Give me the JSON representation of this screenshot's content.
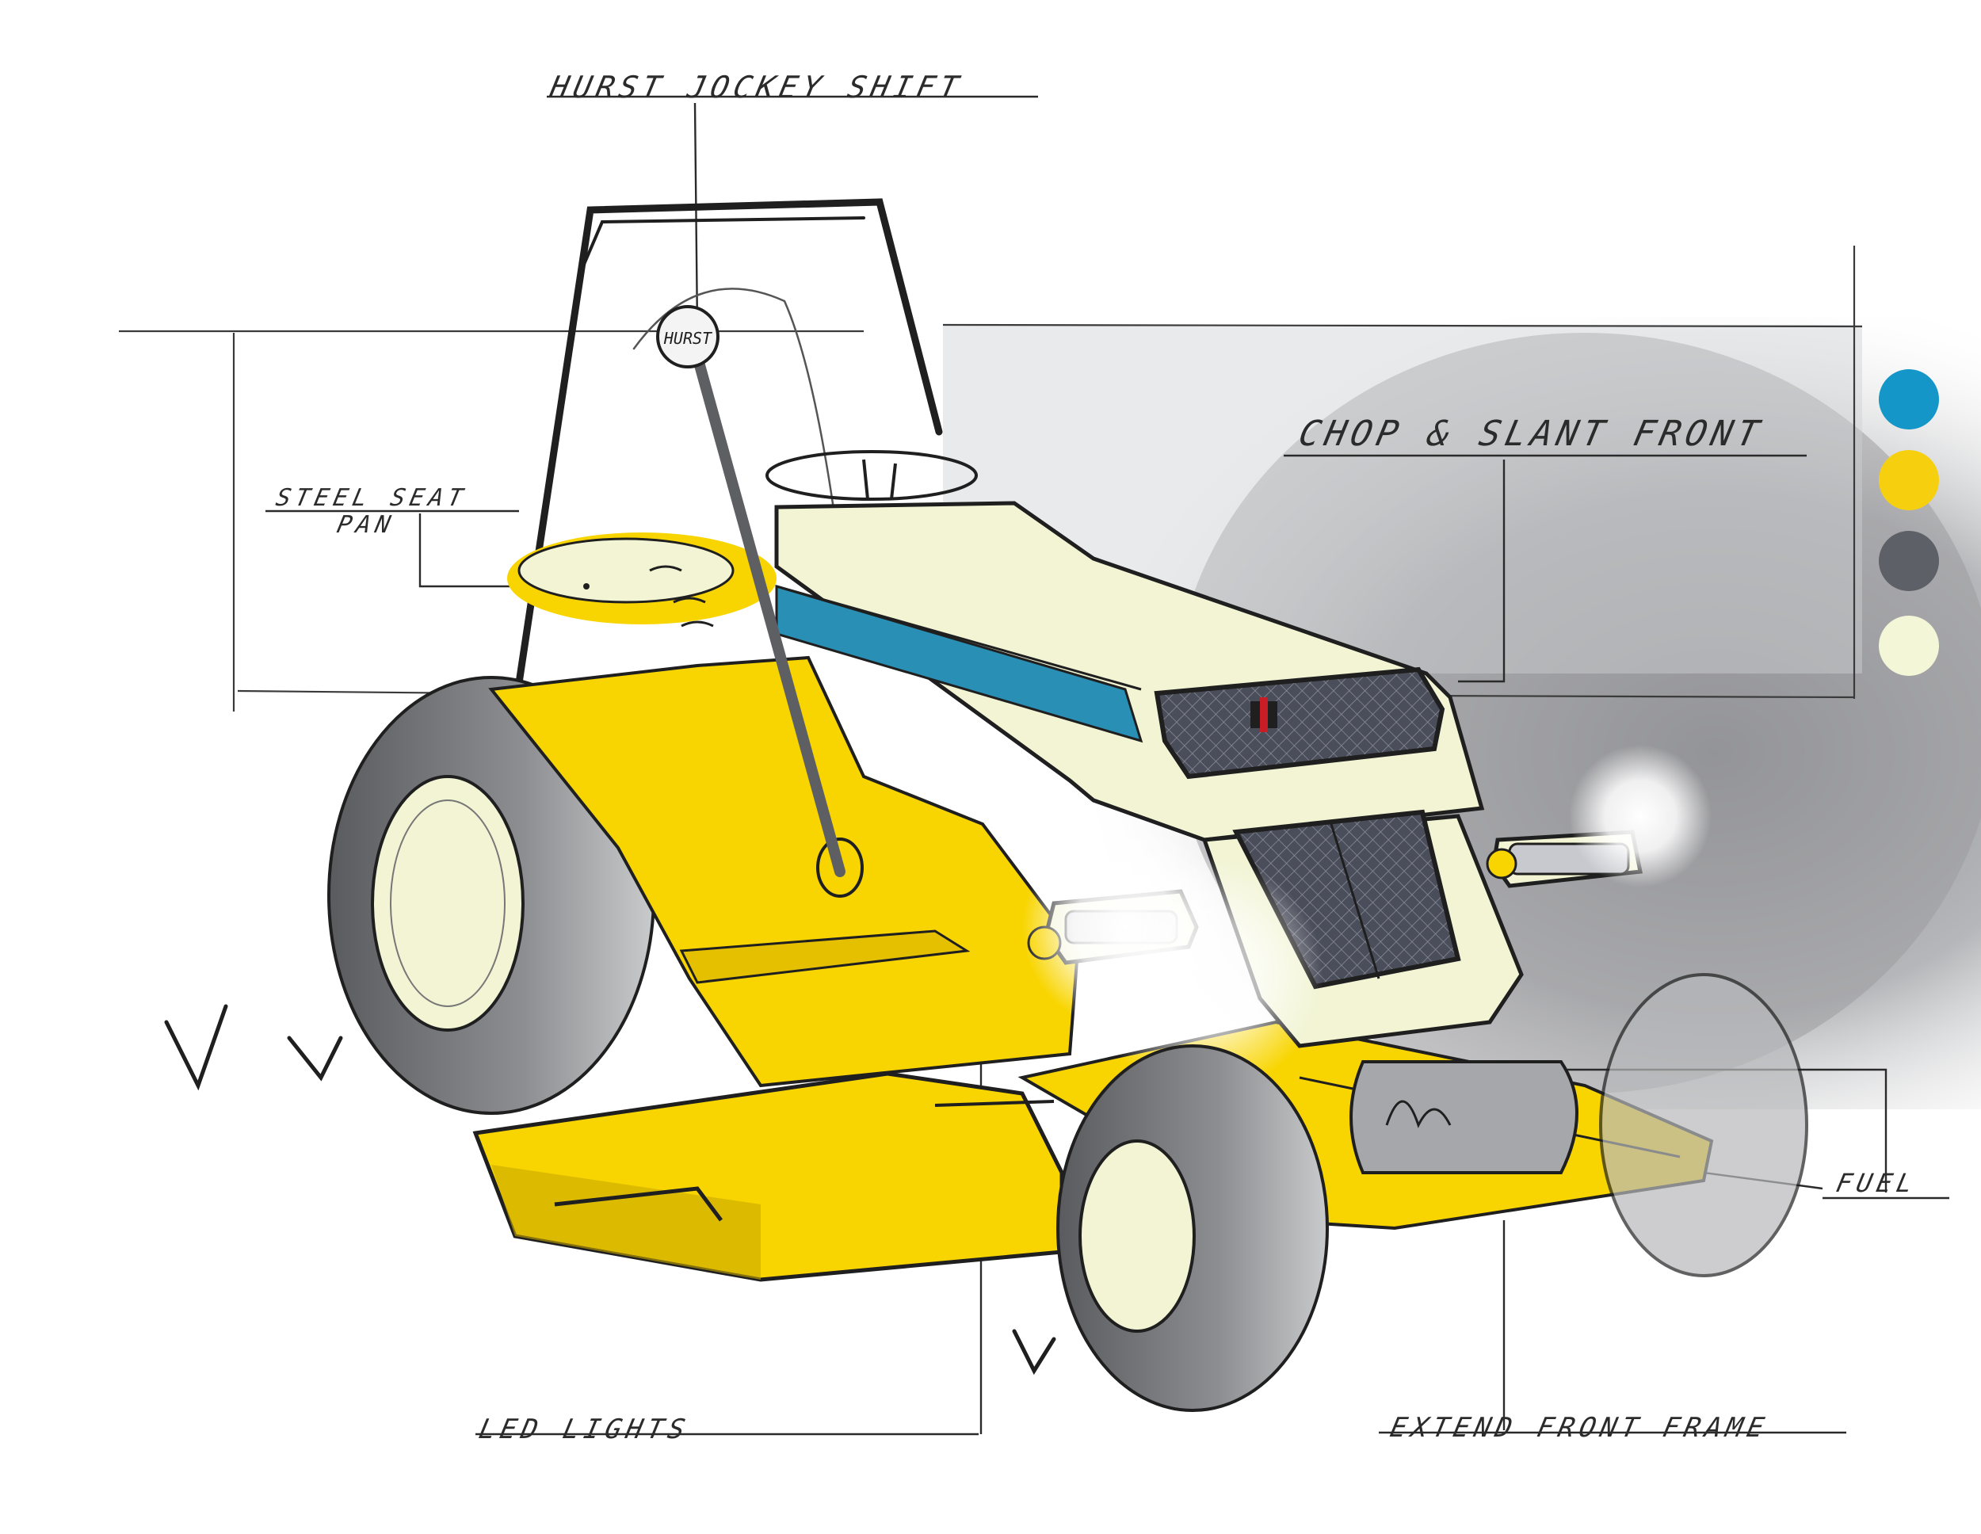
{
  "callouts": {
    "hurst_jockey_shift": "HURST JOCKEY SHIFT",
    "steel_seat_pan_line1": "STEEL SEAT",
    "steel_seat_pan_line2": "PAN",
    "chop_slant_front": "CHOP & SLANT FRONT",
    "fuel": "FUEL",
    "led_lights": "LED LIGHTS",
    "extend_front_frame": "EXTEND FRONT FRAME"
  },
  "shifter_knob_text": "HURST",
  "palette": [
    "#1596c8",
    "#f6d00f",
    "#5e6068",
    "#f4f6d8"
  ],
  "colors": {
    "body_yellow": "#f8d500",
    "hood_cream": "#f2f4d4",
    "stripe_blue": "#2a8fb5",
    "grille_dark": "#4a4d5a",
    "shadow_gray": "#8c8e93",
    "ink": "#1f1f1f"
  }
}
